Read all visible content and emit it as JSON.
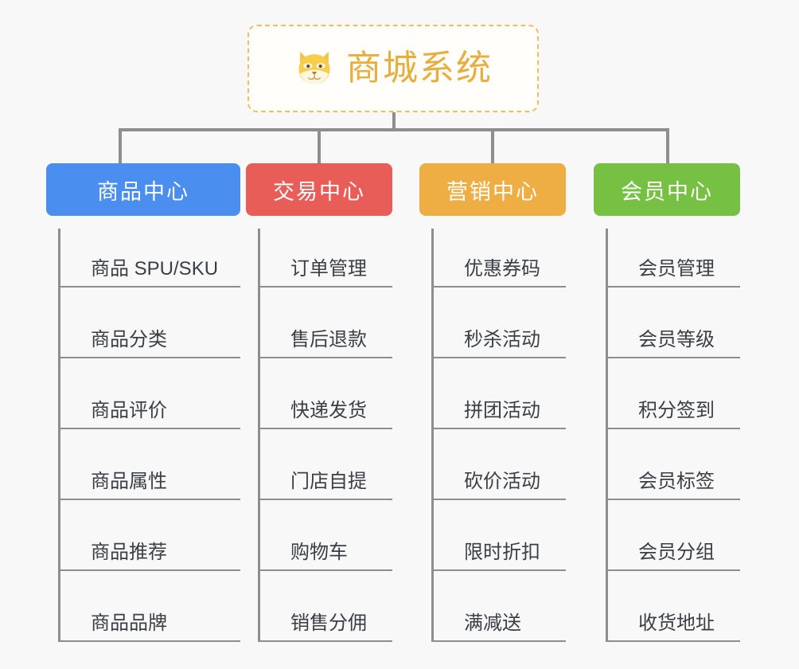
{
  "page": {
    "background_color": "#f8f8f8",
    "connector_color": "#8e8e8e"
  },
  "root": {
    "title": "商城系统",
    "icon": "shiba-dog-icon",
    "text_color": "#e7ae3e",
    "border_color": "#f0c060",
    "background_color": "#fffefb"
  },
  "columns": [
    {
      "label": "商品中心",
      "color": "#4a8ef0",
      "items": [
        "商品 SPU/SKU",
        "商品分类",
        "商品评价",
        "商品属性",
        "商品推荐",
        "商品品牌"
      ]
    },
    {
      "label": "交易中心",
      "color": "#e95d59",
      "items": [
        "订单管理",
        "售后退款",
        "快递发货",
        "门店自提",
        "购物车",
        "销售分佣"
      ]
    },
    {
      "label": "营销中心",
      "color": "#eeae44",
      "items": [
        "优惠券码",
        "秒杀活动",
        "拼团活动",
        "砍价活动",
        "限时折扣",
        "满减送"
      ]
    },
    {
      "label": "会员中心",
      "color": "#76c044",
      "items": [
        "会员管理",
        "会员等级",
        "积分签到",
        "会员标签",
        "会员分组",
        "收货地址"
      ]
    }
  ]
}
